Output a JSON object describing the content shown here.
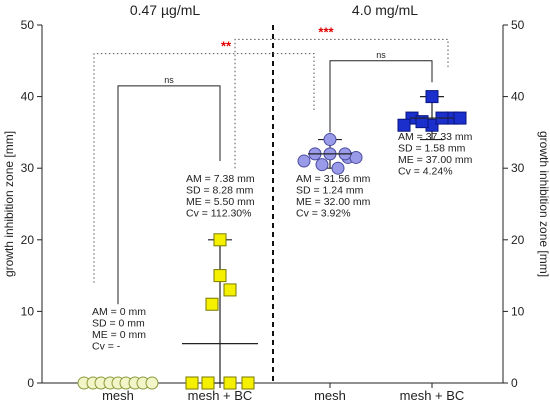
{
  "chart_data": {
    "type": "scatter",
    "ylabel_left": "growth inhibition zone [mm]",
    "ylabel_right": "growth inhibition zone [mm]",
    "ylim": [
      0,
      50
    ],
    "yticks": [
      0,
      10,
      20,
      30,
      40,
      50
    ],
    "panel_headers": [
      "0.47 µg/mL",
      "4.0 mg/mL"
    ],
    "categories": [
      "mesh",
      "mesh + BC",
      "mesh",
      "mesh + BC"
    ],
    "series": [
      {
        "marker": "circle",
        "fill": "#f2f5c8",
        "stroke": "#8a9a3a",
        "values": [
          0,
          0,
          0,
          0,
          0,
          0,
          0,
          0,
          0
        ],
        "mean": 0,
        "sd": 0,
        "stats": [
          "AM = 0 mm",
          "SD = 0 mm",
          "ME = 0 mm",
          "Cv = -"
        ]
      },
      {
        "marker": "square",
        "fill": "#f5f000",
        "stroke": "#7a7a00",
        "values": [
          20,
          15,
          11,
          13,
          0,
          0,
          0,
          0
        ],
        "mean": 5.5,
        "sd": 14.5,
        "stats": [
          "AM = 7.38 mm",
          "SD = 8.28 mm",
          "ME = 5.50 mm",
          "Cv =  112.30%"
        ]
      },
      {
        "marker": "circle",
        "fill": "#9a9be8",
        "stroke": "#4a4aa0",
        "values": [
          34,
          32,
          31.5,
          31,
          30.5,
          30,
          31.5,
          32,
          32
        ],
        "mean": 32,
        "sd": 2,
        "stats": [
          "AM = 31.56 mm",
          "SD = 1.24 mm",
          "ME = 32.00 mm",
          "Cv = 3.92%"
        ]
      },
      {
        "marker": "square",
        "fill": "#1a2fcc",
        "stroke": "#0a1480",
        "values": [
          40,
          37,
          37,
          36,
          36,
          37,
          36.5,
          37
        ],
        "mean": 37,
        "sd": 3,
        "stats": [
          "AM = 37.33 mm",
          "SD = 1.58 mm",
          "ME = 37.00 mm",
          "Cv = 4.24%"
        ]
      }
    ],
    "brackets": [
      {
        "label": "ns",
        "from": 0,
        "to": 1,
        "y": 41.5,
        "style": "solid",
        "color": "#222"
      },
      {
        "label": "ns",
        "from": 2,
        "to": 3,
        "y": 45,
        "style": "solid",
        "color": "#222"
      },
      {
        "label": "**",
        "from": 0,
        "to": 2,
        "y": 46,
        "style": "dotted",
        "color": "#e00000"
      },
      {
        "label": "***",
        "from": 1,
        "to": 3,
        "y": 48,
        "style": "dotted",
        "color": "#e00000"
      }
    ]
  }
}
